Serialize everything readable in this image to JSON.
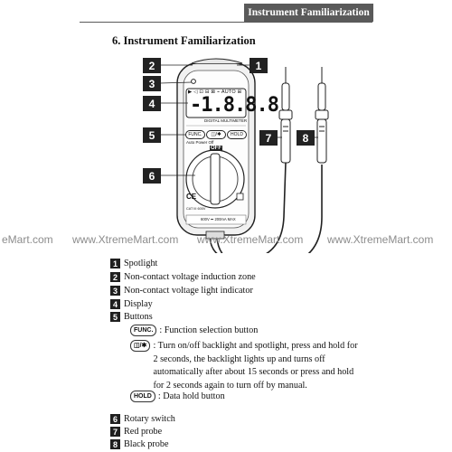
{
  "header": {
    "tab_label": "Instrument Familiarization"
  },
  "section_title": "6. Instrument Familiarization",
  "watermark": {
    "left": "eMart.com",
    "mid1": "www.XtremeMart.com",
    "mid2": "www.XtremeMart.com",
    "right": "www.XtremeMart.com"
  },
  "device": {
    "lcd_top_icons": "▶ ◁ ⊡ ⊟ ⊠ ⌁ AUTO ⊞",
    "lcd_digits": "-1.8.8.8",
    "model_label": "DIGITAL MULTIMETER",
    "func_label": "FUNC.",
    "backlight_label": "◫/✱",
    "hold_label": "HOLD",
    "auto_power_off": "Auto Power Off",
    "off_label": "OFF",
    "ce_mark": "CE",
    "cat_label": "CAT III 600V",
    "rating_label": "600V ⎓ 200mA MAX"
  },
  "callouts": {
    "c1": "1",
    "c2": "2",
    "c3": "3",
    "c4": "4",
    "c5": "5",
    "c6": "6",
    "c7": "7",
    "c8": "8"
  },
  "legend": {
    "items": [
      {
        "num": "1",
        "label": "Spotlight"
      },
      {
        "num": "2",
        "label": "Non-contact voltage induction zone"
      },
      {
        "num": "3",
        "label": "Non-contact voltage light indicator"
      },
      {
        "num": "4",
        "label": "Display"
      },
      {
        "num": "5",
        "label": "Buttons"
      }
    ],
    "buttons": [
      {
        "chip": "FUNC.",
        "desc": ": Function selection button"
      },
      {
        "chip": "◫/✱",
        "desc": ": Turn on/off backlight and spotlight, press and hold for 2 seconds, the backlight lights up and turns off automatically after about 15 seconds or press and hold for 2 seconds again to turn off by manual."
      },
      {
        "chip": "HOLD",
        "desc": ": Data hold button"
      }
    ],
    "tail": [
      {
        "num": "6",
        "label": "Rotary switch"
      },
      {
        "num": "7",
        "label": "Red probe"
      },
      {
        "num": "8",
        "label": "Black probe"
      }
    ]
  }
}
